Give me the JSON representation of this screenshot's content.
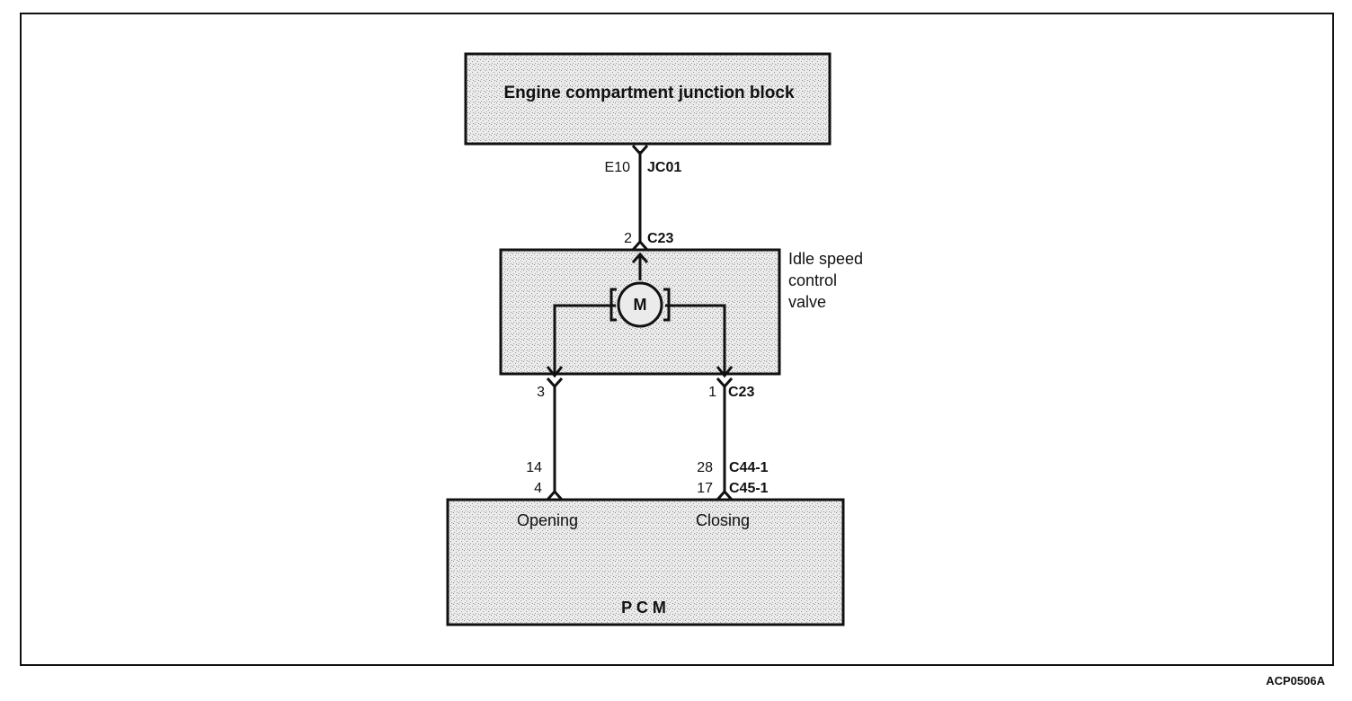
{
  "diagram": {
    "junction_block": {
      "label": "Engine compartment junction block"
    },
    "top_connector": {
      "pin": "E10",
      "name": "JC01"
    },
    "valve_top_connector": {
      "pin": "2",
      "name": "C23"
    },
    "valve": {
      "label_line1": "Idle speed",
      "label_line2": "control",
      "label_line3": "valve",
      "motor_symbol": "M"
    },
    "valve_left_pin": "3",
    "valve_right_connector": {
      "pin": "1",
      "name": "C23"
    },
    "pcm_left_pins": {
      "upper": "14",
      "lower": "4"
    },
    "pcm_right_pins": {
      "upper": "28",
      "lower": "17"
    },
    "pcm_connectors": {
      "upper": "C44-1",
      "lower": "C45-1"
    },
    "pcm": {
      "label": "P C M",
      "opening_label": "Opening",
      "closing_label": "Closing"
    },
    "figure_code": "ACP0506A"
  }
}
